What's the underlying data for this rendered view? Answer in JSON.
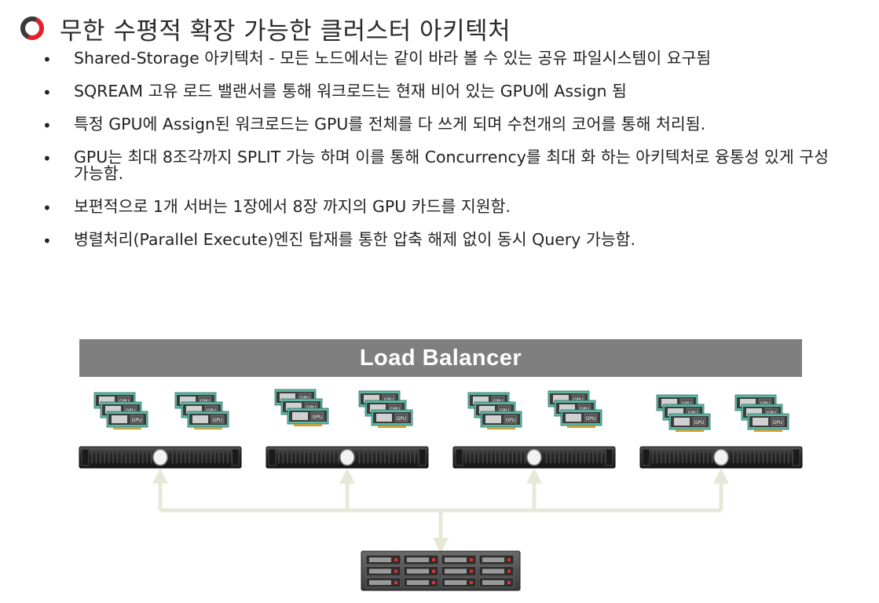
{
  "slide": {
    "title": "무한 수평적 확장 가능한 클러스터 아키텍처",
    "bullets": [
      "Shared-Storage 아키텍처 - 모든 노드에서는 같이 바라 볼 수 있는 공유 파일시스템이 요구됨",
      "SQREAM 고유 로드 밸랜서를 통해 워크로드는 현재 비어 있는 GPU에 Assign 됨",
      "특정 GPU에 Assign된 워크로드는 GPU를 전체를 다 쓰게 되며 수천개의 코어를 통해 처리됨.",
      "GPU는 최대 8조각까지 SPLIT 가능 하며 이를 통해 Concurrency를 최대 화 하는 아키텍처로 융통성 있게 구성 가능함.",
      "보편적으로 1개 서버는 1장에서 8장 까지의 GPU 카드를 지원함.",
      "병렬처리(Parallel Execute)엔진 탑재를 통한 압축 해제 없이 동시 Query 가능함."
    ]
  },
  "diagram": {
    "load_balancer_label": "Load Balancer",
    "gpu_chip_label": "GPU",
    "server_count": 4,
    "gpu_card_groups_per_server": 2,
    "colors": {
      "title_icon_red": "#e0202a",
      "load_balancer_bg": "#7f7f7f",
      "connector": "#e8e8d8",
      "gpu_board_teal": "#5fb8a6",
      "server_body": "#2b2b2b"
    }
  }
}
